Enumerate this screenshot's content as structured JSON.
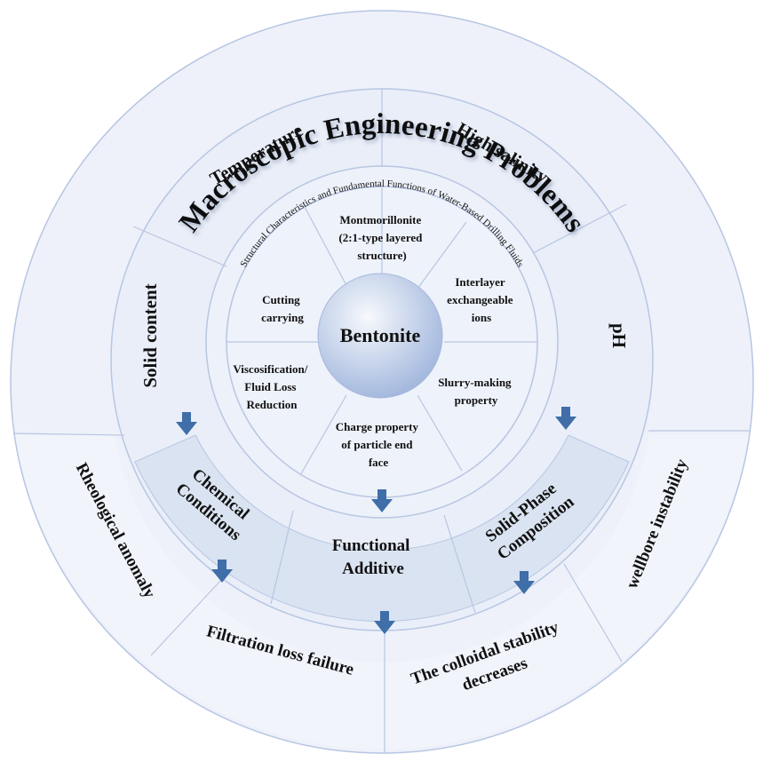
{
  "title": "Macroscopic Engineering Problems",
  "ring_title": "Structural Characteristics and Fundamental Functions of Water-Based Drilling Fluids",
  "center": "Bentonite",
  "factors": {
    "temperature": "Temperature",
    "high_salinity": "High salinity",
    "solid_content": "Solid  content",
    "ph": "pH"
  },
  "properties": {
    "montmorillonite": [
      "Montmorillonite",
      "(2:1-type layered",
      "structure)"
    ],
    "interlayer": [
      "Interlayer",
      "exchangeable",
      "ions"
    ],
    "slurry": [
      "Slurry-making",
      "property"
    ],
    "charge": [
      "Charge property",
      "of particle end",
      "face"
    ],
    "viscosification": [
      "Viscosification/",
      "Fluid Loss",
      "Reduction"
    ],
    "cutting": [
      "Cutting",
      "carrying"
    ]
  },
  "mechanisms": {
    "chemical": [
      "Chemical",
      "Conditions"
    ],
    "functional": [
      "Functional",
      "Additive"
    ],
    "solid_phase": [
      "Solid-Phase",
      "Composition"
    ]
  },
  "problems": {
    "rheological": "Rheological anomaly",
    "filtration": "Filtration loss failure",
    "colloidal": [
      "The colloidal stability",
      "decreases"
    ],
    "wellbore": "wellbore instability"
  },
  "colors": {
    "outer_fill": "#eef1f9",
    "ring_fill": "#e9eef8",
    "band_fill": "#dae3f1",
    "line": "#b7c6e3",
    "arrow": "#3f6ea8",
    "center_light": "#f3f6fc",
    "center_dark": "#9fb5dc"
  },
  "icons": [
    "down-arrow-icon"
  ]
}
